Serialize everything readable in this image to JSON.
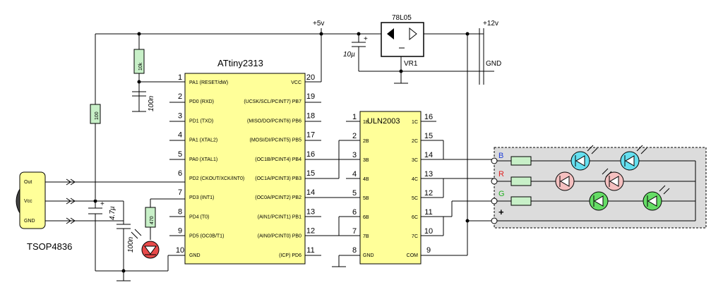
{
  "mcu": {
    "name": "ATtiny2313",
    "left_pins": [
      {
        "num": "1",
        "label": "PA1 (RESET/dW)"
      },
      {
        "num": "2",
        "label": "PD0 (RXD)"
      },
      {
        "num": "3",
        "label": "PD1 (TXD)"
      },
      {
        "num": "4",
        "label": "PA1 (XTAL2)"
      },
      {
        "num": "5",
        "label": "PA0 (XTAL1)"
      },
      {
        "num": "6",
        "label": "PD2 (CKOUT/XCK/INT0)"
      },
      {
        "num": "7",
        "label": "PD3 (INT1)"
      },
      {
        "num": "8",
        "label": "PD4 (T0)"
      },
      {
        "num": "9",
        "label": "PD5 (OC0B/T1)"
      },
      {
        "num": "10",
        "label": "GND"
      }
    ],
    "right_pins": [
      {
        "num": "20",
        "label": "VCC"
      },
      {
        "num": "19",
        "label": "(UCSK/SCL/PCINT7) PB7"
      },
      {
        "num": "18",
        "label": "(MISO/DO/PCINT6) PB6"
      },
      {
        "num": "17",
        "label": "(MOSI/DI/PCINT5) PB5"
      },
      {
        "num": "16",
        "label": "(OC1B/PCINT4) PB4"
      },
      {
        "num": "15",
        "label": "(OC1A/PCINT3) PB3"
      },
      {
        "num": "14",
        "label": "(OC0A/PCINT2) PB2"
      },
      {
        "num": "13",
        "label": "(AIN1/PCINT1) PB1"
      },
      {
        "num": "12",
        "label": "(AIN0/PCINT0) PB0"
      },
      {
        "num": "11",
        "label": "(ICP) PD6"
      }
    ]
  },
  "driver": {
    "name": "ULN2003",
    "left_pins": [
      {
        "num": "1",
        "label": "1B"
      },
      {
        "num": "2",
        "label": "2B"
      },
      {
        "num": "3",
        "label": "3B"
      },
      {
        "num": "4",
        "label": "4B"
      },
      {
        "num": "5",
        "label": "5B"
      },
      {
        "num": "6",
        "label": "6B"
      },
      {
        "num": "7",
        "label": "7B"
      },
      {
        "num": "8",
        "label": "GND"
      }
    ],
    "right_pins": [
      {
        "num": "16",
        "label": "1C"
      },
      {
        "num": "15",
        "label": "2C"
      },
      {
        "num": "14",
        "label": "3C"
      },
      {
        "num": "13",
        "label": "4C"
      },
      {
        "num": "12",
        "label": "5C"
      },
      {
        "num": "11",
        "label": "6C"
      },
      {
        "num": "10",
        "label": "7C"
      },
      {
        "num": "9",
        "label": "COM"
      }
    ]
  },
  "regulator": {
    "name": "78L05",
    "ref": "VR1"
  },
  "rails": {
    "plus5": "+5v",
    "plus12": "+12v",
    "gnd": "GND"
  },
  "components": {
    "r_pullup": "10k",
    "c_reset": "100n",
    "r_supply": "100",
    "c_sensor": "4.7µ",
    "c_sensor2": "100n",
    "c_reg": "10µ",
    "r_led": "470"
  },
  "sensor": {
    "name": "TSOP4836",
    "pins": [
      "Out",
      "Vcc",
      "GND"
    ]
  },
  "strip": {
    "labels": [
      "B",
      "R",
      "G",
      "+"
    ]
  },
  "colors": {
    "blue_led": "#66e0f0",
    "red_led": "#f5c0c0",
    "green_led": "#66dd66",
    "chip": "#ffff99",
    "panel": "#dcdcdc"
  }
}
